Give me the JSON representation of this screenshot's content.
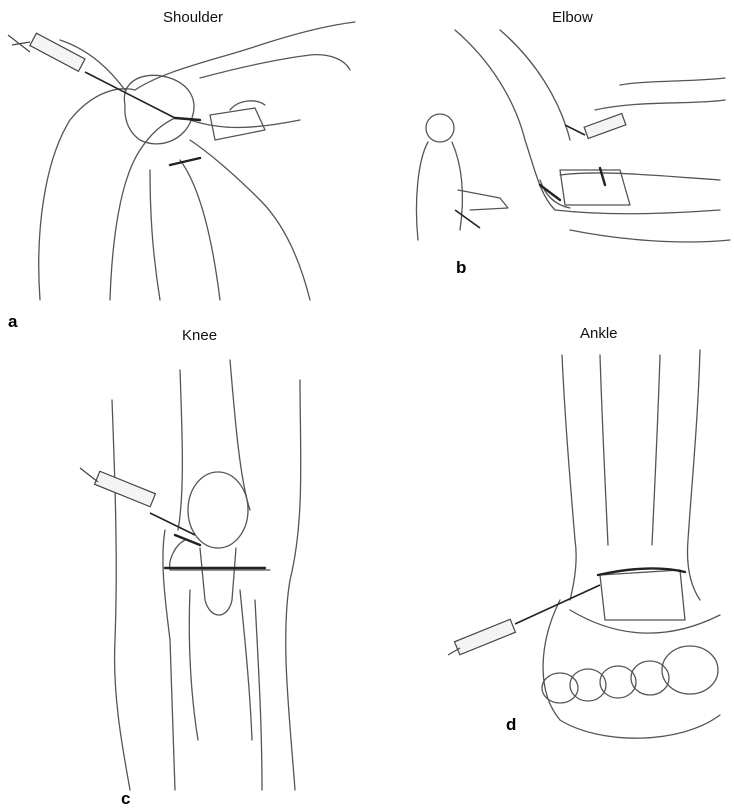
{
  "figure": {
    "panels": [
      {
        "id": "a",
        "title": "Shoulder",
        "label": "a"
      },
      {
        "id": "b",
        "title": "Elbow",
        "label": "b"
      },
      {
        "id": "c",
        "title": "Knee",
        "label": "c"
      },
      {
        "id": "d",
        "title": "Ankle",
        "label": "d"
      }
    ]
  },
  "colors": {
    "ink": "#555555",
    "background": "#ffffff"
  },
  "icons": [
    "syringe-icon"
  ]
}
